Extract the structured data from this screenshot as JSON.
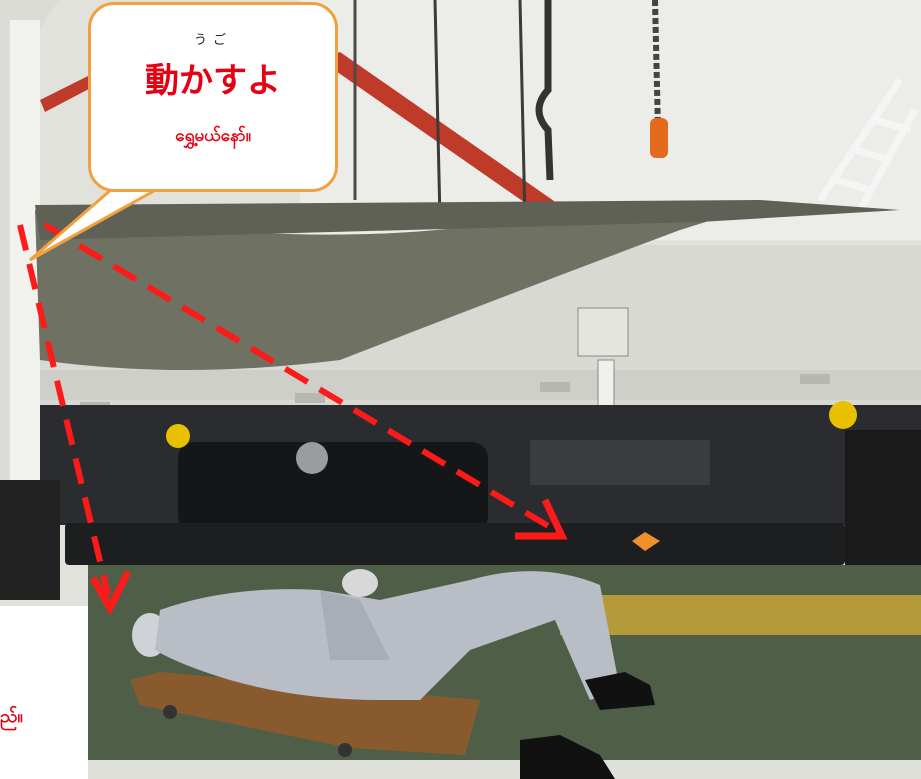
{
  "callouts": {
    "top": {
      "ruby": "うご",
      "main": "動かすよ",
      "sub": "ရွှေ့မယ်နော်။"
    },
    "bottom": {
      "text": "ည်။"
    }
  },
  "colors": {
    "bubble_border": "#f2a03d",
    "callout_text": "#e60012",
    "arrow": "#ff1a1a"
  }
}
